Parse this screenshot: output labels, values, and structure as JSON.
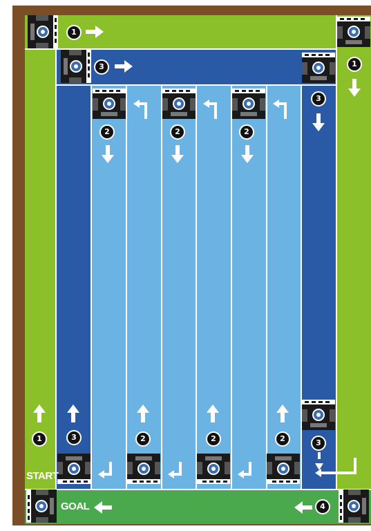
{
  "labels": {
    "start": "START",
    "goal": "GOAL"
  },
  "step_numbers": {
    "top_row": "1",
    "right_column": "1",
    "left_column": "1",
    "second_row": "3",
    "right_lane_top": "3",
    "right_lane_bottom": "3",
    "left_lane": "3",
    "goal_row": "4",
    "lanes": [
      "2",
      "2",
      "2",
      "2",
      "2",
      "2"
    ]
  },
  "colors": {
    "frame": "#7a4f27",
    "green_outer": "#8cc02a",
    "green_goal": "#4aa94c",
    "blue_dark": "#2a5aa6",
    "blue_light": "#6ab3e3",
    "lane_divider": "#ffffff"
  },
  "icons": [
    "robot-car-icon",
    "straight-arrow-icon",
    "turn-arrow-icon",
    "u-turn-arrow-icon"
  ]
}
